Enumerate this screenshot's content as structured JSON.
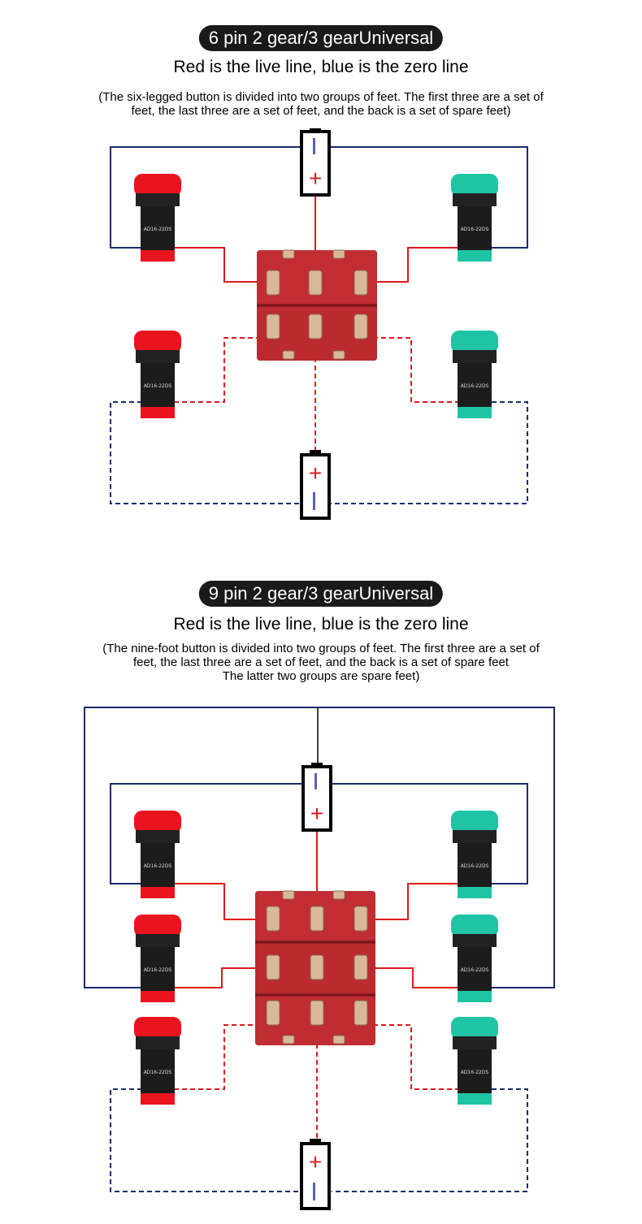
{
  "section1": {
    "badge": "6 pin 2 gear/3 gearUniversal",
    "subtitle": "Red is the live line, blue is the zero line",
    "note_lines": [
      "(The six-legged button is divided into two groups of feet. The first three are a set of",
      "feet, the last three are a set of feet, and the back is a set of spare feet)"
    ]
  },
  "section2": {
    "badge": "9 pin 2 gear/3 gearUniversal",
    "subtitle": "Red is the live line, blue is the zero line",
    "note_lines": [
      "(The nine-foot button is divided into two groups of feet. The first three are a set of",
      "feet, the last three are a set of feet, and the back is a set of spare feet",
      "The latter two groups are spare feet)"
    ]
  },
  "lamp_label": "AD16-22DS",
  "battery": {
    "plus": "+",
    "minus": "I"
  },
  "colors": {
    "live_wire": "#e0181e",
    "neutral_wire": "#1b2a6b",
    "lamp_red": "#e8141e",
    "lamp_green": "#1fc4a4",
    "switch_body": "#b3262b",
    "pill_bg": "#1a1a1a"
  }
}
